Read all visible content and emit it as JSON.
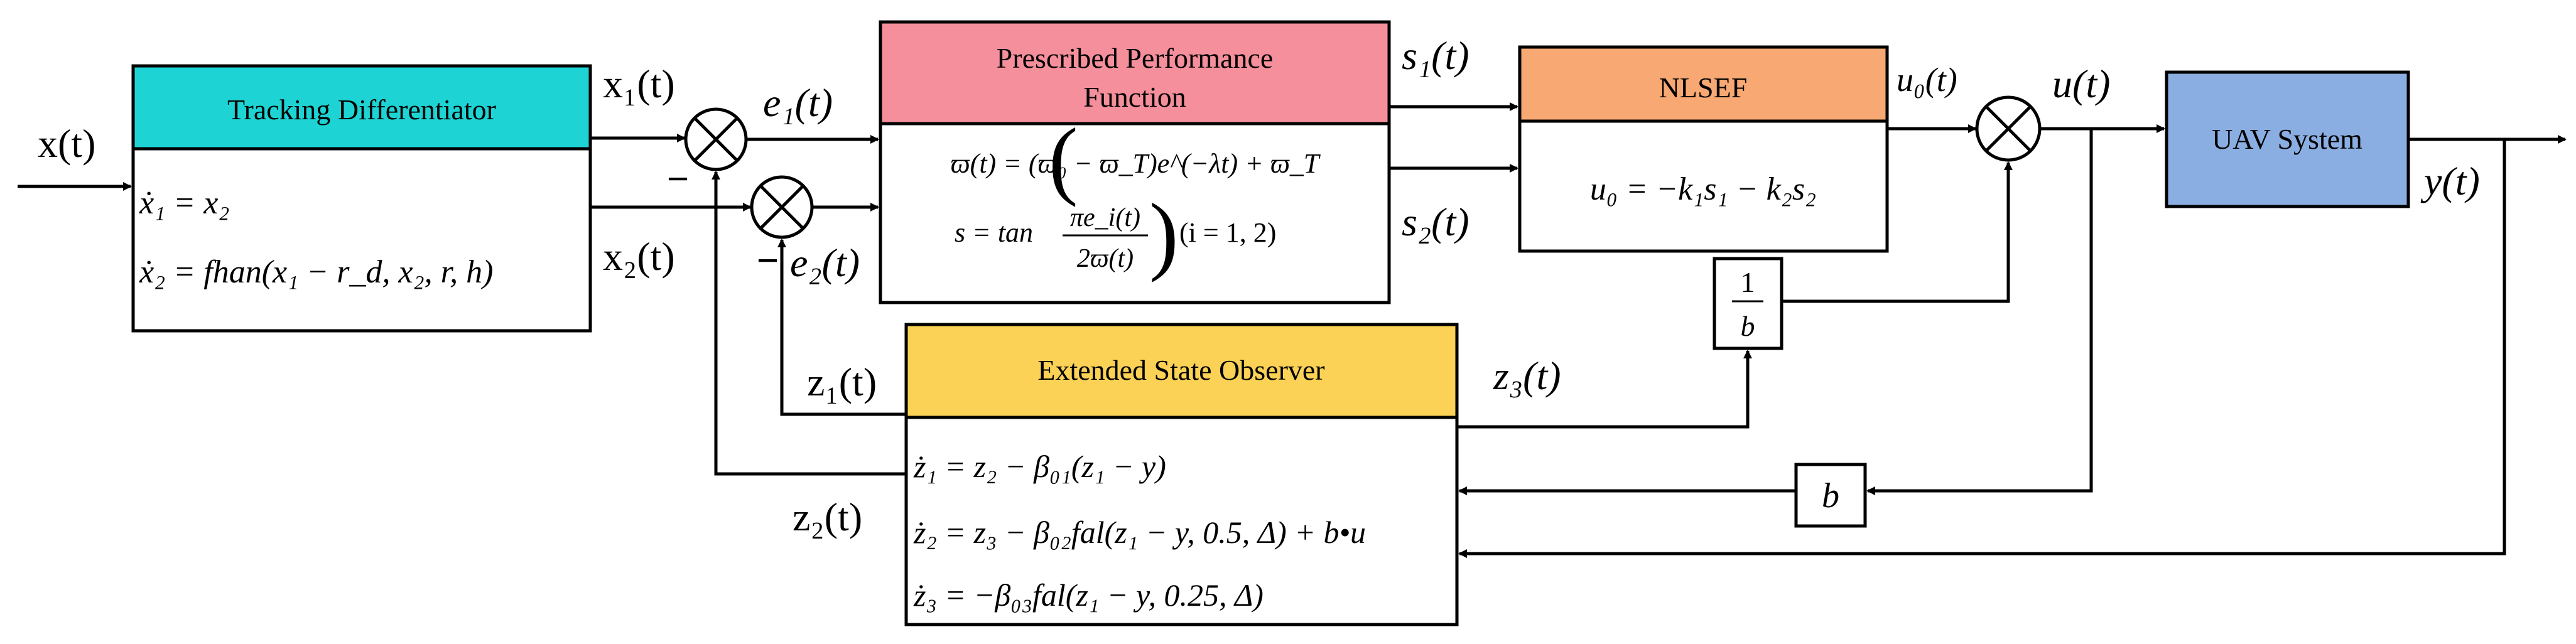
{
  "colors": {
    "td_header": "#1ED3D3",
    "ppf_header": "#F58F9C",
    "nlsef_header": "#F8A872",
    "eso_header": "#FBD255",
    "uav_box": "#8AAEE2",
    "line": "#000000"
  },
  "blocks": {
    "tracking_differentiator": {
      "title": "Tracking Differentiator",
      "eq1": "ẋ₁ = x₂",
      "eq2": "ẋ₂ = fhan(x₁ − r_d, x₂, r, h)"
    },
    "prescribed_performance": {
      "title_line1": "Prescribed Performance",
      "title_line2": "Function",
      "eq1": "ϖ(t) = (ϖ₀ − ϖ_T)e^(−λt) + ϖ_T",
      "eq2_lhs": "s = tan",
      "eq2_num": "πe_i(t)",
      "eq2_den": "2ϖ(t)",
      "eq2_rhs": "(i = 1, 2)"
    },
    "nlsef": {
      "title": "NLSEF",
      "eq": "u₀ = −k₁s₁ − k₂s₂"
    },
    "uav": {
      "title": "UAV System"
    },
    "eso": {
      "title": "Extended State Observer",
      "eq1": "ż₁ = z₂ − β₀₁(z₁ − y)",
      "eq2": "ż₂ = z₃ − β₀₂fal(z₁ − y, 0.5, Δ) + b•u",
      "eq3": "ż₃ = −β₀₃fal(z₁ − y, 0.25, Δ)"
    },
    "inv_b": {
      "num": "1",
      "den": "b"
    },
    "gain_b": {
      "label": "b"
    }
  },
  "signals": {
    "x_in": "x(t)",
    "x1": "x₁(t)",
    "x2": "x₂(t)",
    "e1": "e₁(t)",
    "e2": "e₂(t)",
    "s1": "s₁(t)",
    "s2": "s₂(t)",
    "u0": "u₀(t)",
    "u": "u(t)",
    "y": "y(t)",
    "z1": "z₁(t)",
    "z2": "z₂(t)",
    "z3": "z₃(t)",
    "minus1": "−",
    "minus2": "−"
  }
}
